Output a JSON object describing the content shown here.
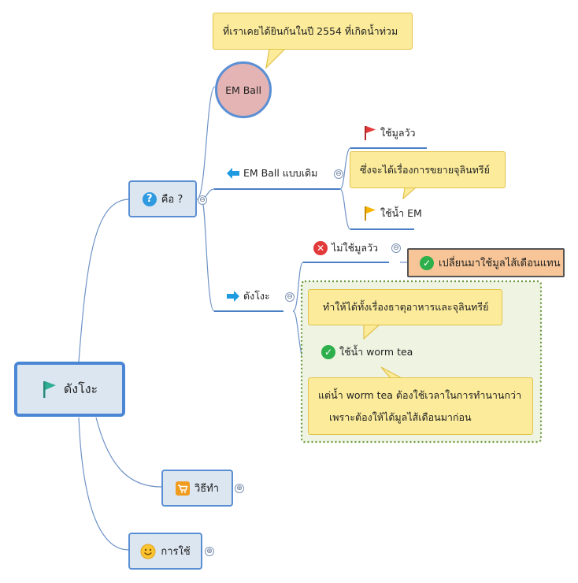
{
  "central": {
    "label": "ดังโงะ"
  },
  "topics": {
    "what": {
      "label": "คือ ?"
    },
    "how": {
      "label": "วิธีทำ"
    },
    "use": {
      "label": "การใช้"
    }
  },
  "em_ball": {
    "label": "EM Ball",
    "callout": "ที่เราเคยได้ยินกันในปี 2554 ที่เกิดน้ำท่วม"
  },
  "em_ball_old": {
    "label": "EM Ball แบบเดิม",
    "children": {
      "cow_manure": "ใช้มูลวัว",
      "em_water": "ใช้น้ำ EM"
    },
    "callout": "ซึ่งจะได้เรื่องการขยายจุลินทรีย์"
  },
  "dango": {
    "label": "ดังโงะ",
    "no_cow": "ไม่ใช้มูลวัว",
    "earthworm": "เปลี่ยนมาใช้มูลไส้เดือนแทน",
    "callout_top": "ทำให้ได้ทั้งเรื่องธาตุอาหารและจุลินทรีย์",
    "worm_tea": "ใช้น้ำ worm tea",
    "callout_bottom_line1": "แต่น้ำ worm tea ต้องใช้เวลาในการทำนานกว่า",
    "callout_bottom_line2": "เพราะต้องให้ได้มูลไส้เดือนมาก่อน"
  },
  "toggles": {
    "collapse": "⊖",
    "expand": "⊕"
  },
  "colors": {
    "topic_fill": "#dce6f1",
    "topic_border": "#5b8fd4",
    "callout_fill": "#fbeb9a",
    "highlight_fill": "#f7c597",
    "line": "#6f93c7",
    "group_border": "#6a9a3c"
  }
}
